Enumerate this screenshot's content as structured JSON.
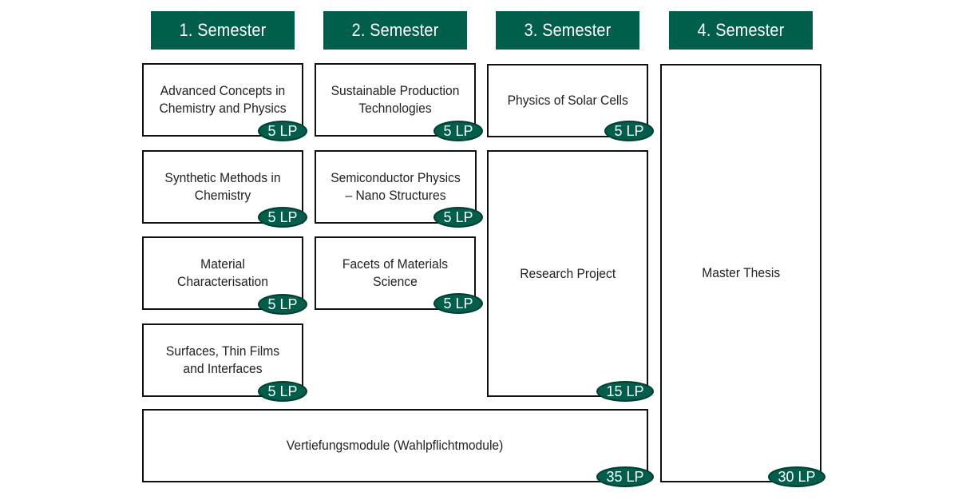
{
  "colors": {
    "accent": "#005f4b",
    "border": "#111111"
  },
  "headers": [
    "1. Semester",
    "2. Semester",
    "3. Semester",
    "4. Semester"
  ],
  "modules": {
    "advanced_concepts": {
      "title": "Advanced Concepts in Chemistry and Physics",
      "credits": "5 LP"
    },
    "synthetic_methods": {
      "title": "Synthetic Methods in Chemistry",
      "credits": "5 LP"
    },
    "material_characterisation": {
      "title": "Material Characterisation",
      "credits": "5 LP"
    },
    "surfaces_thin_films": {
      "title": "Surfaces, Thin Films and Interfaces",
      "credits": "5 LP"
    },
    "sustainable_production": {
      "title": "Sustainable Production Technologies",
      "credits": "5 LP"
    },
    "semiconductor_physics": {
      "title": "Semiconductor Physics – Nano Structures",
      "credits": "5 LP"
    },
    "facets_materials": {
      "title": "Facets of Materials Science",
      "credits": "5 LP"
    },
    "solar_cells": {
      "title": "Physics of Solar Cells",
      "credits": "5 LP"
    },
    "research_project": {
      "title": "Research Project",
      "credits": "15 LP"
    },
    "vertiefungsmodule": {
      "title": "Vertiefungsmodule (Wahlpflichtmodule)",
      "credits": "35 LP"
    },
    "master_thesis": {
      "title": "Master Thesis",
      "credits": "30 LP"
    }
  }
}
